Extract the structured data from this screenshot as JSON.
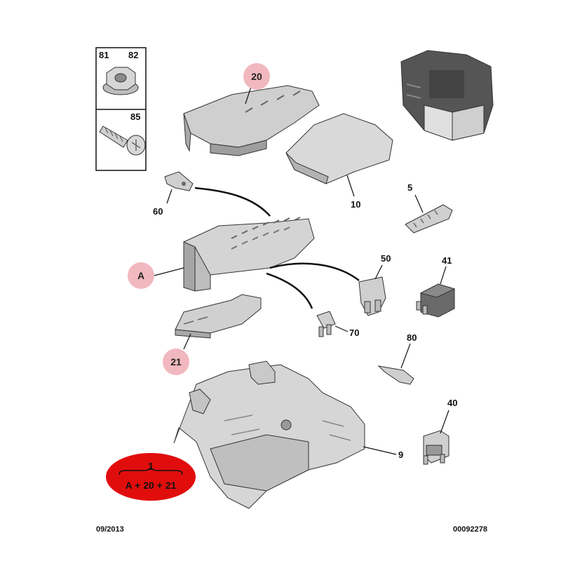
{
  "diagram": {
    "callouts": {
      "p81": "81",
      "p82": "82",
      "p85": "85",
      "p20": "20",
      "p10": "10",
      "p60": "60",
      "p5": "5",
      "pA": "A",
      "p50": "50",
      "p41": "41",
      "p70": "70",
      "p21": "21",
      "p80": "80",
      "p40": "40",
      "p9": "9"
    },
    "assembly_badge": {
      "top": "1",
      "bottom": "A + 20 + 21",
      "color": "#e10d0d"
    },
    "highlight_bubble_color": "#f1b8bf",
    "footer": {
      "date": "09/2013",
      "ref": "00092278"
    }
  }
}
